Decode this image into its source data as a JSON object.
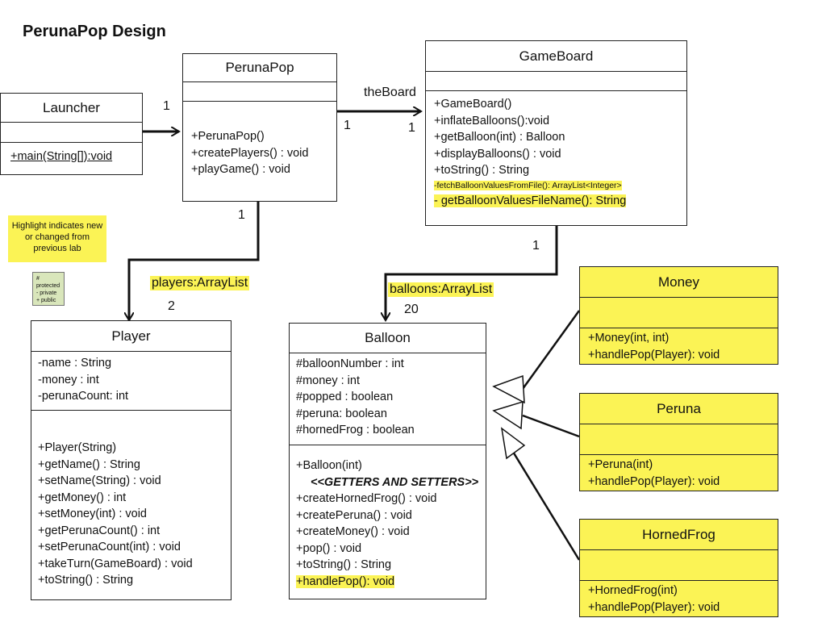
{
  "title": "PerunaPop Design",
  "note": "Highlight indicates new or changed from previous lab",
  "legend": [
    "# protected",
    "- private",
    "+ public"
  ],
  "classes": {
    "launcher": {
      "name": "Launcher",
      "methods": [
        "+main(String[]):void"
      ]
    },
    "perunapop": {
      "name": "PerunaPop",
      "methods": [
        "+PerunaPop()",
        "+createPlayers() : void",
        "+playGame() : void"
      ]
    },
    "gameboard": {
      "name": "GameBoard",
      "methods": [
        "+GameBoard()",
        "+inflateBalloons():void",
        "+getBalloon(int) : Balloon",
        "+displayBalloons() : void",
        "+toString() : String",
        "-fetchBalloonValuesFromFile(): ArrayList<Integer>",
        "- getBalloonValuesFileName(): String"
      ]
    },
    "player": {
      "name": "Player",
      "attributes": [
        "-name : String",
        "-money : int",
        "-perunaCount: int"
      ],
      "methods": [
        "+Player(String)",
        "+getName() : String",
        "+setName(String) : void",
        "+getMoney() : int",
        "+setMoney(int) : void",
        "+getPerunaCount() : int",
        "+setPerunaCount(int) : void",
        "+takeTurn(GameBoard) : void",
        "+toString() : String"
      ]
    },
    "balloon": {
      "name": "Balloon",
      "attributes": [
        "#balloonNumber : int",
        "#money : int",
        "#popped : boolean",
        "#peruna: boolean",
        "#hornedFrog : boolean"
      ],
      "methods": [
        "+Balloon(int)",
        "<<GETTERS AND SETTERS>>",
        "+createHornedFrog() : void",
        "+createPeruna() : void",
        "+createMoney() : void",
        "+pop() : void",
        "+toString() : String",
        "+handlePop(): void"
      ]
    },
    "money": {
      "name": "Money",
      "methods": [
        "+Money(int, int)",
        "+handlePop(Player): void"
      ]
    },
    "peruna": {
      "name": "Peruna",
      "methods": [
        "+Peruna(int)",
        "+handlePop(Player): void"
      ]
    },
    "hornedfrog": {
      "name": "HornedFrog",
      "methods": [
        "+HornedFrog(int)",
        "+handlePop(Player): void"
      ]
    }
  },
  "associations": {
    "launcher_perunapop": {
      "mult_source": "1"
    },
    "perunapop_gameboard": {
      "role": "theBoard",
      "mult_source": "1",
      "mult_target": "1"
    },
    "perunapop_player": {
      "role": "players:ArrayList",
      "mult_source": "1",
      "mult_target": "2"
    },
    "gameboard_balloon": {
      "role": "balloons:ArrayList",
      "mult_source": "1",
      "mult_target": "20"
    }
  },
  "colors": {
    "highlight": "#fbf355",
    "legend_bg": "#d9e6bb",
    "line": "#111111"
  }
}
